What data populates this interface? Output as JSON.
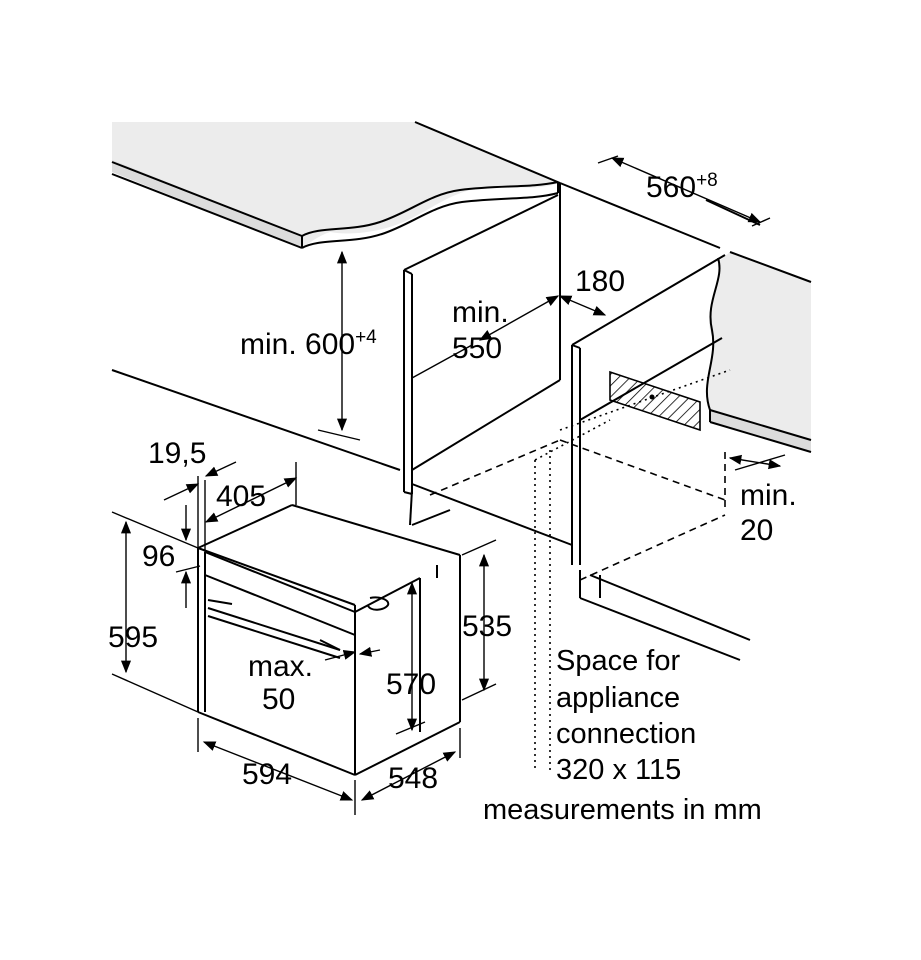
{
  "labels": {
    "cabinet_width": "560",
    "cabinet_width_tol": "+8",
    "min_height_prefix": "min. 600",
    "min_height_tol": "+4",
    "min_depth_line1": "min.",
    "min_depth_line2": "550",
    "socket_offset": "180",
    "rear_gap_line1": "min.",
    "rear_gap_line2": "20",
    "panel_thickness": "19,5",
    "top_depth": "405",
    "top_height": "96",
    "total_height": "595",
    "door_gap_line1": "max.",
    "door_gap_line2": "50",
    "body_height": "570",
    "rear_height": "535",
    "front_width": "594",
    "body_depth": "548"
  },
  "notes": {
    "space_line1": "Space for",
    "space_line2": "appliance",
    "space_line3": "connection",
    "space_line4": "320 x 115",
    "units": "measurements in mm"
  },
  "colors": {
    "ink": "#000000",
    "surface_light": "#ececec",
    "surface_mid": "#dcdcdc",
    "background": "#ffffff"
  }
}
